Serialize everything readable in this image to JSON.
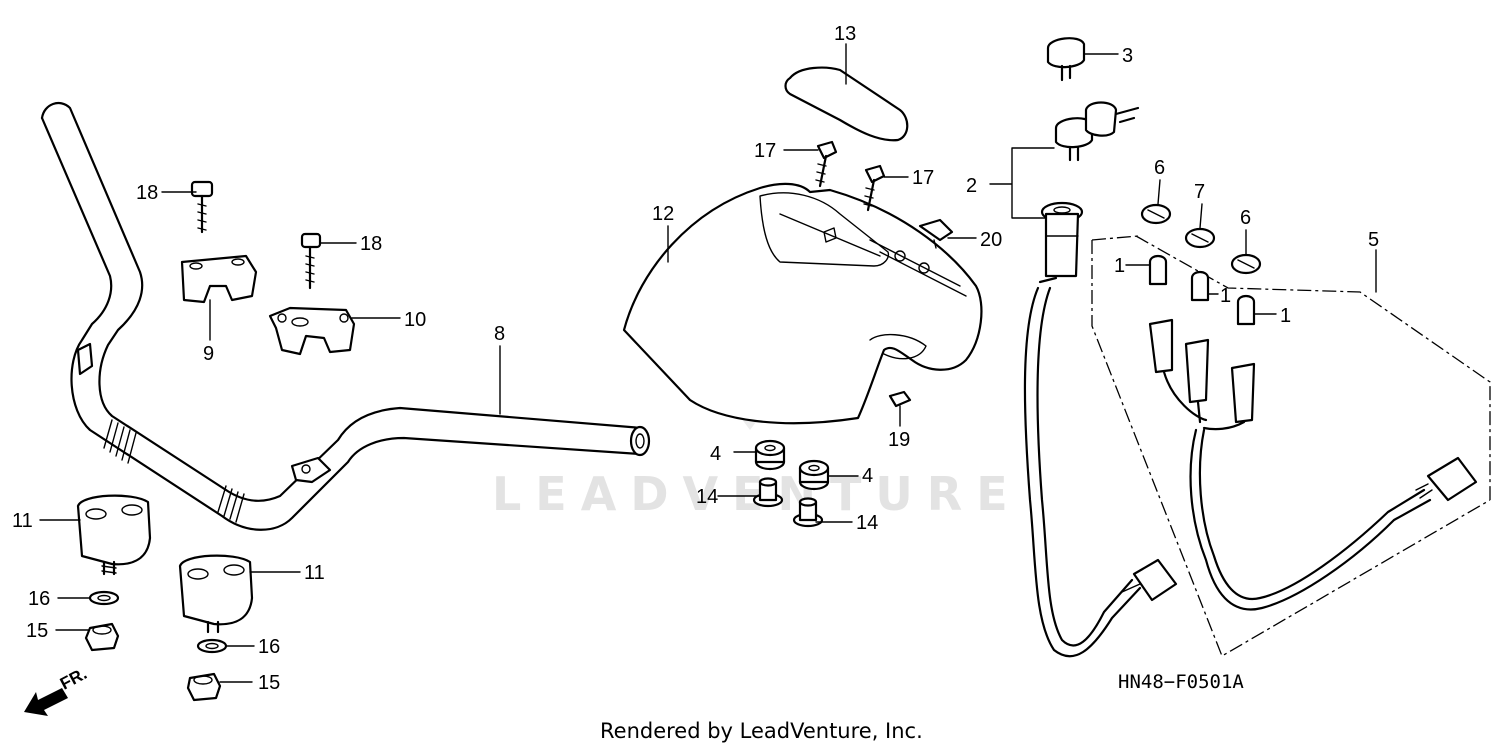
{
  "watermark": {
    "text": "LEADVENTURE"
  },
  "diagram_code": "HN48−F0501A",
  "footer": "Rendered by LeadVenture, Inc.",
  "direction": {
    "label": "FR."
  },
  "callouts": [
    {
      "id": "c1a",
      "label": "1"
    },
    {
      "id": "c1b",
      "label": "1"
    },
    {
      "id": "c1c",
      "label": "1"
    },
    {
      "id": "c2",
      "label": "2"
    },
    {
      "id": "c3",
      "label": "3"
    },
    {
      "id": "c4a",
      "label": "4"
    },
    {
      "id": "c4b",
      "label": "4"
    },
    {
      "id": "c5",
      "label": "5"
    },
    {
      "id": "c6a",
      "label": "6"
    },
    {
      "id": "c6b",
      "label": "6"
    },
    {
      "id": "c7",
      "label": "7"
    },
    {
      "id": "c8",
      "label": "8"
    },
    {
      "id": "c9",
      "label": "9"
    },
    {
      "id": "c10",
      "label": "10"
    },
    {
      "id": "c11a",
      "label": "11"
    },
    {
      "id": "c11b",
      "label": "11"
    },
    {
      "id": "c12",
      "label": "12"
    },
    {
      "id": "c13",
      "label": "13"
    },
    {
      "id": "c14a",
      "label": "14"
    },
    {
      "id": "c14b",
      "label": "14"
    },
    {
      "id": "c15a",
      "label": "15"
    },
    {
      "id": "c15b",
      "label": "15"
    },
    {
      "id": "c16a",
      "label": "16"
    },
    {
      "id": "c16b",
      "label": "16"
    },
    {
      "id": "c17a",
      "label": "17"
    },
    {
      "id": "c17b",
      "label": "17"
    },
    {
      "id": "c18a",
      "label": "18"
    },
    {
      "id": "c18b",
      "label": "18"
    },
    {
      "id": "c19",
      "label": "19"
    },
    {
      "id": "c20",
      "label": "20"
    }
  ]
}
